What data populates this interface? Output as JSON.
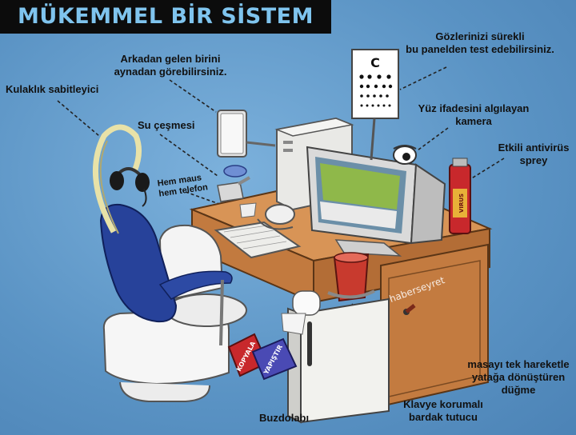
{
  "title": "MÜKEMMEL BİR SİSTEM",
  "labels": {
    "kulaklik": "Kulaklık  sabitleyici",
    "arkadan_1": "Arkadan gelen birini",
    "arkadan_2": "aynadan görebilirsiniz.",
    "gozler_1": "Gözlerinizi sürekli",
    "gozler_2": "bu panelden  test edebilirsiniz.",
    "su": "Su çeşmesi",
    "yuz_1": "Yüz ifadesini algılayan",
    "yuz_2": "kamera",
    "antivirus_1": "Etkili antivirüs",
    "antivirus_2": "sprey",
    "maus_1": "Hem maus",
    "maus_2": "hem telefon",
    "masa_1": "masayı tek hareketle",
    "masa_2": "yatağa dönüştüren",
    "masa_3": "düğme",
    "klavye_1": "Klavye korumalı",
    "klavye_2": "bardak tutucu",
    "buzdolabi": "Buzdolabı"
  },
  "art_text": {
    "kopyala": "KOPYALA",
    "yapistir": "YAPIŞTIR",
    "watermark": "haberseyret",
    "spray_brand": "VIRUS"
  },
  "colors": {
    "background": "#5b93c4",
    "title_bar": "#0c0c0c",
    "title_text": "#7fc4ee",
    "desk": "#c8864a",
    "chair": "#243e94",
    "spray": "#c8282c",
    "cup": "#c83a2e"
  }
}
